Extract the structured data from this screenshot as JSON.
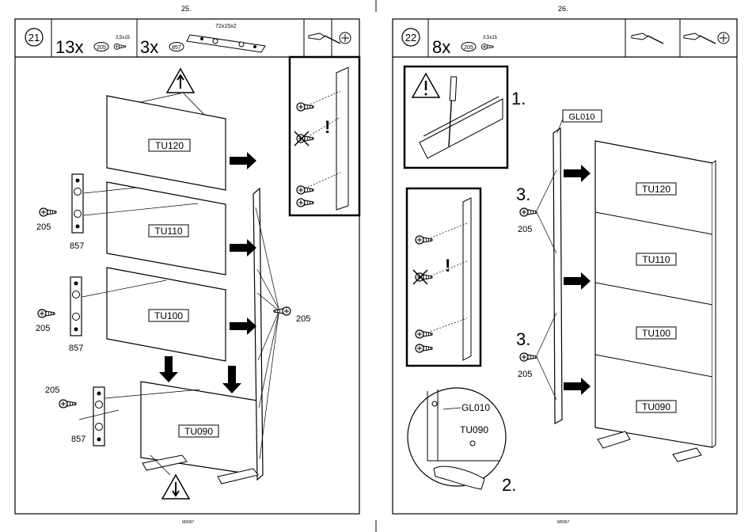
{
  "pages": [
    {
      "page_number": "25.",
      "footer": "M9967",
      "step": "21",
      "hardware": [
        {
          "qty": "13x",
          "part": "205",
          "size": "3,5x15",
          "icon": "screw-icon"
        },
        {
          "qty": "3x",
          "part": "857",
          "size": "72x15x2",
          "icon": "connector-plate-icon"
        }
      ],
      "tool_icons": [
        "screwdriver-icon",
        "phillips-bit-icon"
      ],
      "panels": [
        "TU120",
        "TU110",
        "TU100",
        "TU090"
      ],
      "labels": {
        "screw": "205",
        "plate": "857"
      }
    },
    {
      "page_number": "26.",
      "footer": "M9967",
      "step": "22",
      "hardware": [
        {
          "qty": "8x",
          "part": "205",
          "size": "3,5x15",
          "icon": "screw-icon"
        }
      ],
      "tool_icons": [
        "screwdriver-icon",
        "screwdriver-icon",
        "phillips-bit-icon"
      ],
      "panels": [
        "TU120",
        "TU110",
        "TU100",
        "TU090"
      ],
      "side_panel": "GL010",
      "sub_steps": [
        "1.",
        "2.",
        "3.",
        "3."
      ],
      "labels": {
        "screw": "205",
        "detail_side": "GL010",
        "detail_panel": "TU090"
      }
    }
  ]
}
